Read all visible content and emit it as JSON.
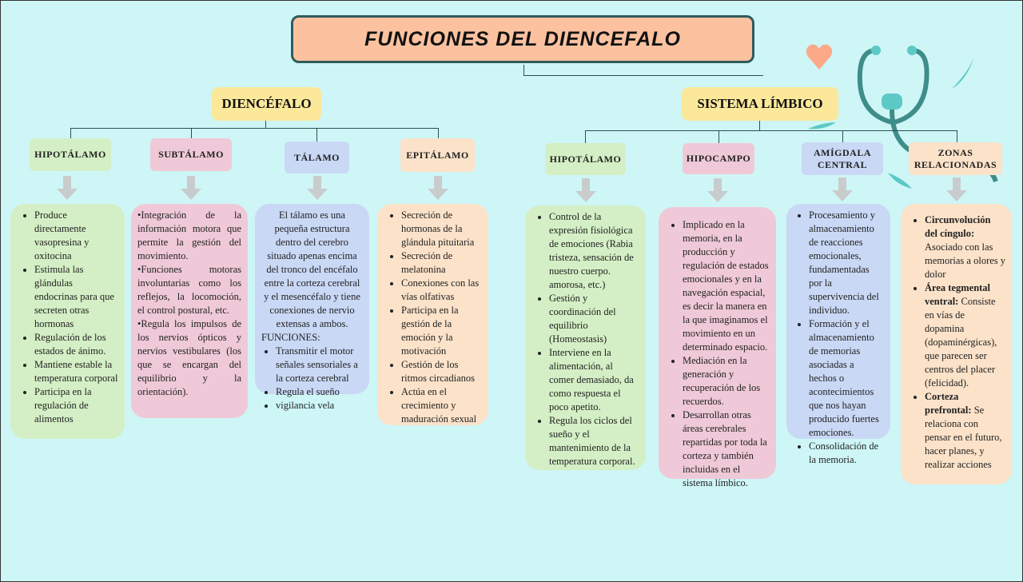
{
  "title": "FUNCIONES DEL DIENCEFALO",
  "branches": {
    "diencefalo": {
      "label": "DIENCÉFALO",
      "hipotalamo": {
        "label": "HIPOTÁLAMO",
        "items": [
          "Produce directamente vasopresina y oxitocina",
          "Estimula las glándulas endocrinas para que secreten otras hormonas",
          "Regulación de los estados de ánimo.",
          "Mantiene estable la temperatura corporal",
          "Participa en la regulación de alimentos"
        ]
      },
      "subtalamo": {
        "label": "SUBTÁLAMO",
        "items": [
          "•Integración de la información motora que permite la gestión del movimiento.",
          "•Funciones motoras involuntarias como los reflejos, la locomoción, el control postural, etc.",
          "•Regula los impulsos de los nervios ópticos y nervios vestibulares (los que se encargan del equilibrio y la orientación)."
        ]
      },
      "talamo": {
        "label": "TÁLAMO",
        "intro": "El tálamo es una pequeña estructura dentro del cerebro situado apenas encima del tronco del encéfalo entre la corteza cerebral y el mesencéfalo y tiene conexiones de nervio extensas a ambos.",
        "funciones_label": "FUNCIONES:",
        "items": [
          "Transmitir el motor señales sensoriales a la corteza cerebral",
          "Regula el sueño",
          "vigilancia vela"
        ]
      },
      "epitalamo": {
        "label": "EPITÁLAMO",
        "items": [
          "Secreción de hormonas de la glándula pituitaria",
          "Secreción de melatonina",
          "Conexiones con las vías olfativas",
          "Participa en la gestión de la emoción y la motivación",
          "Gestión de los ritmos circadianos",
          "Actúa en el crecimiento y maduración sexual"
        ]
      }
    },
    "limbico": {
      "label": "SISTEMA LÍMBICO",
      "hipotalamo": {
        "label": "HIPOTÁLAMO",
        "items": [
          "Control de la expresión fisiológica de emociones (Rabia tristeza, sensación de nuestro cuerpo. amorosa, etc.)",
          "Gestión y coordinación del equilibrio (Homeostasis)",
          "Interviene en la alimentación, al comer demasiado, da como respuesta el poco apetito.",
          "Regula los ciclos del sueño y el mantenimiento de la temperatura corporal."
        ]
      },
      "hipocampo": {
        "label": "HIPOCAMPO",
        "items": [
          "Implicado en la memoria, en la producción y regulación de estados emocionales y en la navegación espacial, es decir la manera en la que imaginamos el movimiento en un determinado espacio.",
          "Mediación en la generación y recuperación de los recuerdos.",
          "Desarrollan otras áreas cerebrales repartidas por toda la corteza y también incluidas en el sistema límbico."
        ]
      },
      "amigdala": {
        "label": "AMÍGDALA CENTRAL",
        "items": [
          "Procesamiento y almacenamiento de reacciones emocionales, fundamentadas por la supervivencia del individuo.",
          "Formación y el almacenamiento de memorias asociadas a hechos o acontecimientos que nos hayan producido fuertes emociones.",
          "Consolidación de la memoria."
        ]
      },
      "zonas": {
        "label": "ZONAS RELACIONADAS",
        "items": [
          {
            "term": "Circunvolución del cíngulo:",
            "text": " Asociado con las memorias a olores y dolor"
          },
          {
            "term": "Área tegmental ventral:",
            "text": " Consiste en vías de dopamina (dopaminérgicas), que parecen ser centros del placer (felicidad)."
          },
          {
            "term": "Corteza prefrontal:",
            "text": " Se relaciona con pensar en el futuro, hacer planes, y realizar acciones"
          }
        ]
      }
    }
  },
  "colors": {
    "background": "#cef6f6",
    "title": "#fcc2a0",
    "level1": "#fbe89a",
    "green": "#d4efc5",
    "pink": "#efc9d7",
    "blue": "#c9d8f5",
    "peach": "#fbe2c9"
  }
}
